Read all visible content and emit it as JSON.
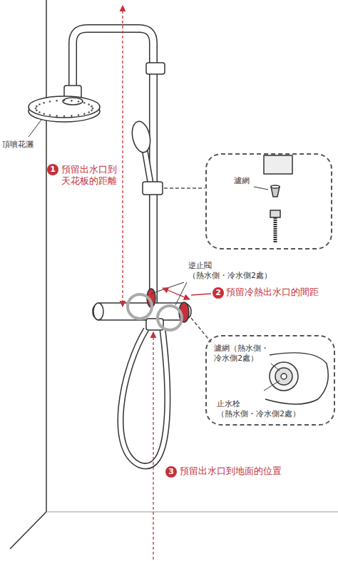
{
  "diagram": {
    "nodes": [
      {
        "text": [
          "濾網"
        ]
      },
      {
        "text": [
          "濾網（熱水側・ 冷水側2處）",
          "止水栓 （熱水側・冷水側2處）"
        ]
      }
    ],
    "labels": [
      "頂噴花灑",
      "1",
      "預留出水口到 天花板的距離",
      "逆止閥 （熱水側・冷水側2處）",
      "2",
      "預留冷熱出水口的間距",
      "3",
      "預留出水口到地面的位置"
    ]
  }
}
